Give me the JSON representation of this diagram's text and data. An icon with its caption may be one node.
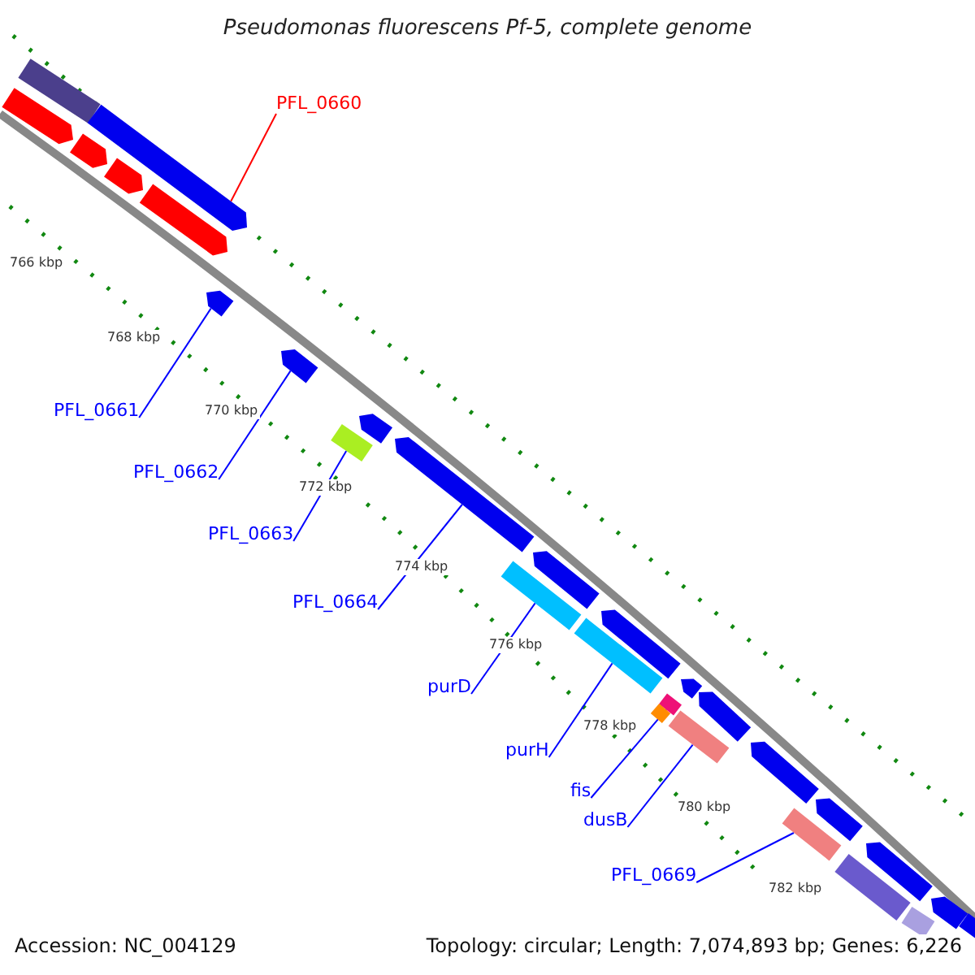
{
  "diagram": {
    "title": "Pseudomonas fluorescens Pf-5, complete genome",
    "nodes": [
      {
        "text": [],
        "shape": "bar"
      },
      {
        "text": [],
        "shape": "bar"
      },
      {
        "text": [],
        "shape": "bar"
      },
      {
        "text": [],
        "shape": "bar"
      },
      {
        "text": [],
        "shape": "bar"
      },
      {
        "text": [],
        "shape": "bar"
      },
      {
        "text": [],
        "shape": "bar"
      },
      {
        "text": [],
        "shape": "bar"
      },
      {
        "text": [],
        "shape": "bar"
      },
      {
        "text": [],
        "shape": "bar"
      },
      {
        "text": [],
        "shape": "bar"
      },
      {
        "text": [],
        "shape": "bar"
      },
      {
        "text": [],
        "shape": "bar"
      },
      {
        "text": [],
        "shape": "bar"
      },
      {
        "text": [],
        "shape": "bar"
      },
      {
        "text": [],
        "shape": "bar"
      },
      {
        "text": [],
        "shape": "bar"
      },
      {
        "text": [],
        "shape": "bar"
      },
      {
        "text": [],
        "shape": "bar"
      },
      {
        "text": [],
        "shape": "bar"
      },
      {
        "text": [],
        "shape": "bar"
      },
      {
        "text": [],
        "shape": "bar"
      },
      {
        "text": [],
        "shape": "bar"
      },
      {
        "text": [],
        "shape": "bar"
      },
      {
        "text": [],
        "shape": "bar"
      },
      {
        "text": [],
        "shape": "bar"
      },
      {
        "text": [],
        "shape": "bar"
      },
      {
        "text": [],
        "shape": "bar"
      },
      {
        "text": [
          "PFL_0660"
        ]
      },
      {
        "text": [
          "PFL_0661"
        ]
      },
      {
        "text": [
          "PFL_0662"
        ]
      },
      {
        "text": [
          "PFL_0663"
        ]
      },
      {
        "text": [
          "PFL_0664"
        ]
      },
      {
        "text": [
          "purD"
        ]
      },
      {
        "text": [
          "purH"
        ]
      },
      {
        "text": [
          "fis"
        ]
      },
      {
        "text": [
          "dusB"
        ]
      },
      {
        "text": [
          "PFL_0669"
        ]
      }
    ],
    "edges": [
      {
        "from": 28,
        "to": 1,
        "arrow": "none",
        "color": "#ff0000"
      },
      {
        "from": 29,
        "to": 6,
        "arrow": "none"
      },
      {
        "from": 30,
        "to": 7,
        "arrow": "none"
      },
      {
        "from": 31,
        "to": 9,
        "arrow": "none"
      },
      {
        "from": 32,
        "to": 10,
        "arrow": "none"
      },
      {
        "from": 33,
        "to": 12,
        "arrow": "none"
      },
      {
        "from": 34,
        "to": 13,
        "arrow": "none"
      },
      {
        "from": 35,
        "to": 17,
        "arrow": "none"
      },
      {
        "from": 36,
        "to": 19,
        "arrow": "none"
      },
      {
        "from": 37,
        "to": 22,
        "arrow": "none"
      }
    ],
    "labels": [
      "766 kbp",
      "768 kbp",
      "770 kbp",
      "772 kbp",
      "774 kbp",
      "776 kbp",
      "778 kbp",
      "780 kbp",
      "782 kbp",
      "Accession: NC_004129",
      "Topology: circular; Length: 7,074,893 bp; Genes: 6,226"
    ]
  }
}
